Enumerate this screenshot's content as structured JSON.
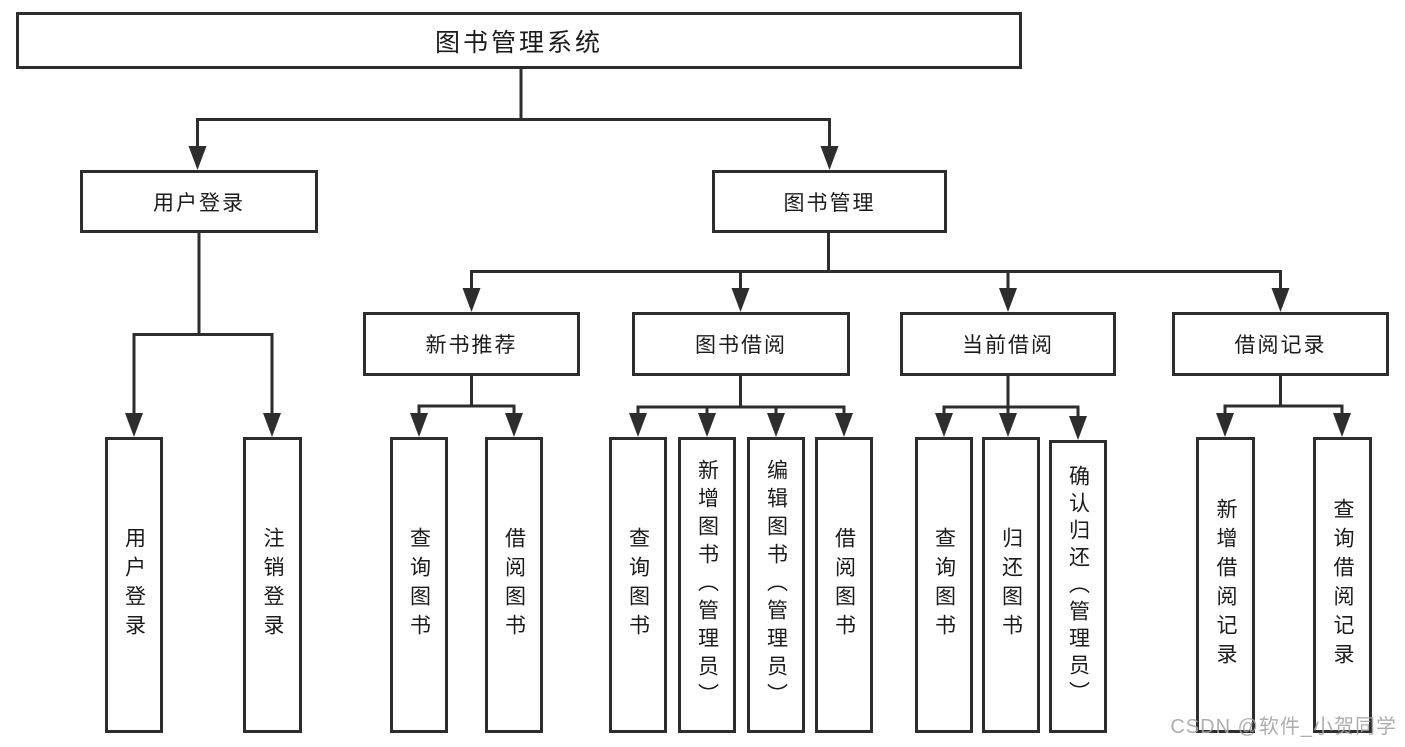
{
  "colors": {
    "line": "#2d2d2d",
    "box_border": "#2d2d2d",
    "text": "#1b1b1b",
    "watermark": "#a6a6a6",
    "background": "#ffffff"
  },
  "root": {
    "label": "图书管理系统"
  },
  "branches": {
    "user_login": {
      "label": "用户登录",
      "children": [
        {
          "label": "用户登录"
        },
        {
          "label": "注销登录"
        }
      ]
    },
    "book_management": {
      "label": "图书管理",
      "groups": [
        {
          "label": "新书推荐",
          "children": [
            {
              "label": "查询图书"
            },
            {
              "label": "借阅图书"
            }
          ]
        },
        {
          "label": "图书借阅",
          "children": [
            {
              "label": "查询图书"
            },
            {
              "label": "新增图书（管理员）"
            },
            {
              "label": "编辑图书（管理员）"
            },
            {
              "label": "借阅图书"
            }
          ]
        },
        {
          "label": "当前借阅",
          "children": [
            {
              "label": "查询图书"
            },
            {
              "label": "归还图书"
            },
            {
              "label": "确认归还（管理员）"
            }
          ]
        },
        {
          "label": "借阅记录",
          "children": [
            {
              "label": "新增借阅记录"
            },
            {
              "label": "查询借阅记录"
            }
          ]
        }
      ]
    }
  },
  "watermark": "CSDN @软件_小贺同学"
}
